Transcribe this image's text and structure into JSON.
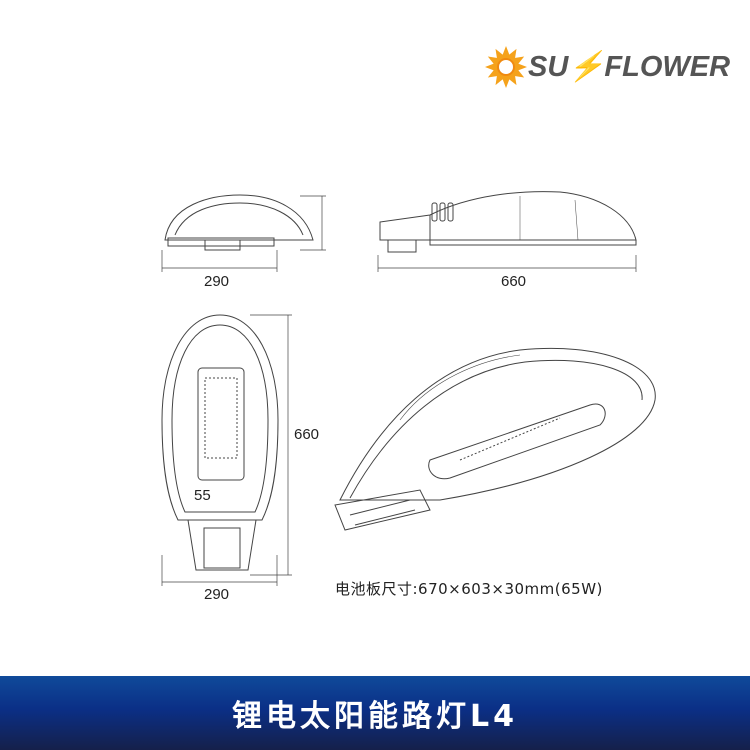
{
  "logo": {
    "brand_text": "SUNFLOWER",
    "display_text": "SU⚡FLOWER",
    "icon": "sunflower-icon",
    "colors": {
      "petal": "#f5a21b",
      "text": "#555555"
    }
  },
  "drawing": {
    "front_view": {
      "width_label": "290"
    },
    "side_view": {
      "length_label": "660"
    },
    "top_view": {
      "width_label": "290",
      "length_label": "660",
      "inner_label": "55"
    }
  },
  "caption": "电池板尺寸:670×603×30mm(65W)",
  "banner": {
    "title": "锂电太阳能路灯L4",
    "color": "#0b2f86"
  }
}
